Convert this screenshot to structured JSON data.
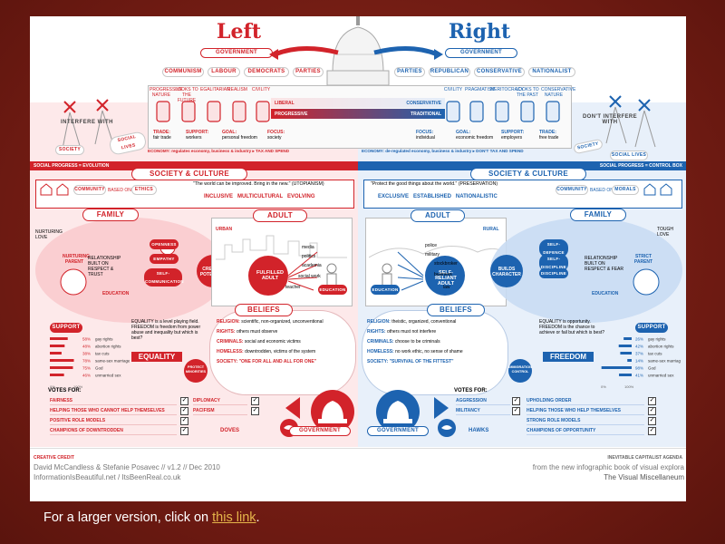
{
  "header": {
    "left_title": "Left",
    "right_title": "Right",
    "government": "GOVERNMENT"
  },
  "left_parties": [
    "COMMUNISM",
    "LABOUR",
    "DEMOCRATS",
    "PARTIES"
  ],
  "right_parties": [
    "PARTIES",
    "REPUBLICAN",
    "CONSERVATIVE",
    "NATIONALIST"
  ],
  "pillars_left": [
    "PROGRESSIVE NATURE",
    "LOOKS TO THE FUTURE",
    "EGALITARIAN",
    "REALISM",
    "CIVILITY"
  ],
  "pillars_right": [
    "CIVILITY",
    "PRAGMATISM",
    "MERITOCRACY",
    "LOOKS TO THE PAST",
    "CONSERVATIVE NATURE"
  ],
  "spectrum": {
    "liberal": "LIBERAL",
    "conservative": "CONSERVATIVE",
    "progressive": "PROGRESSIVE",
    "traditional": "TRADITIONAL"
  },
  "left_goals": [
    {
      "k": "TRADE:",
      "v": "fair trade"
    },
    {
      "k": "SUPPORT:",
      "v": "workers"
    },
    {
      "k": "GOAL:",
      "v": "personal freedom"
    },
    {
      "k": "FOCUS:",
      "v": "society"
    }
  ],
  "right_goals": [
    {
      "k": "FOCUS:",
      "v": "individual"
    },
    {
      "k": "GOAL:",
      "v": "economic freedom"
    },
    {
      "k": "SUPPORT:",
      "v": "employers"
    },
    {
      "k": "TRADE:",
      "v": "free trade"
    }
  ],
  "economy_left": "ECONOMY: regulates economy, business & industry ▸ TAX AND SPEND",
  "economy_right": "ECONOMY: de-regulated economy, business & industry ▸ DON'T TAX AND SPEND",
  "interfere_left": "INTERFERE WITH",
  "interfere_right": "DON'T INTERFERE WITH",
  "society_tag": "SOCIETY",
  "social_lives": "SOCIAL LIVES",
  "social_progress_left": "SOCIAL PROGRESS = EVOLUTION",
  "social_progress_right": "SOCIAL PROGRESS = CONTROL BOX",
  "society_culture": "SOCIETY & CULTURE",
  "community_left": "COMMUNITY",
  "based_on": "BASED ON",
  "ethics": "ETHICS",
  "morals": "MORALS",
  "quote_left": "\"The world can be improved. Bring in the new.\" (UTOPIANISM)",
  "quote_right": "\"Protect the good things about the world.\" (PRESERVATION)",
  "values_left": "INCLUSIVE   MULTICULTURAL   EVOLVING",
  "values_right": "EXCLUSIVE   ESTABLISHED   NATIONALISTIC",
  "family": "FAMILY",
  "adult": "ADULT",
  "urban": "URBAN",
  "rural": "RURAL",
  "fulfilled_adult": "FULFILLED ADULT",
  "self_reliant_adult": "SELF-RELIANT ADULT",
  "creates_potential": "CREATES POTENTIAL",
  "builds_character": "BUILDS CHARACTER",
  "education": "EDUCATION",
  "left_family_items": [
    "NURTURING LOVE",
    "NURTURING PARENT",
    "RELATIONSHIP BUILT ON RESPECT & TRUST",
    "OPENNESS",
    "EMPATHY",
    "SELF-COMMUNICATION"
  ],
  "right_family_items": [
    "TOUGH LOVE",
    "STRICT PARENT",
    "RELATIONSHIP BUILT ON RESPECT & FEAR",
    "SELF-DEFENCE",
    "SELF-DISCIPLINE",
    "DISCIPLINE"
  ],
  "left_adult_words": [
    "media",
    "politics",
    "academia",
    "social work",
    "teacher",
    "EDUCATION"
  ],
  "right_adult_words": [
    "police",
    "military",
    "stockbroker",
    "business",
    "law",
    "EDUCATION"
  ],
  "beliefs": "BELIEFS",
  "beliefs_left": [
    {
      "k": "RELIGION:",
      "v": "scientific, non-organized, unconventional"
    },
    {
      "k": "RIGHTS:",
      "v": "others must observe"
    },
    {
      "k": "CRIMINALS:",
      "v": "social and economic victims"
    },
    {
      "k": "HOMELESS:",
      "v": "downtrodden, victims of the system"
    },
    {
      "k": "SOCIETY:",
      "v": "\"ONE FOR ALL AND ALL FOR ONE\""
    }
  ],
  "beliefs_right": [
    {
      "k": "RELIGION:",
      "v": "theistic, organized, conventional"
    },
    {
      "k": "RIGHTS:",
      "v": "others must not interfere"
    },
    {
      "k": "CRIMINALS:",
      "v": "choose to be criminals"
    },
    {
      "k": "HOMELESS:",
      "v": "no work ethic, no sense of shame"
    },
    {
      "k": "SOCIETY:",
      "v": "\"SURVIVAL OF THE FITTEST\""
    }
  ],
  "equality_text": "EQUALITY is a level playing field. FREEDOM is freedom from power abuse and inequality but which is best?",
  "equality_word": "EQUALITY",
  "freedom_text": "EQUALITY is opportunity. FREEDOM is the chance to achieve or fail but which is best?",
  "freedom_word": "FREEDOM",
  "protect_minorities": "PROTECT MINORITIES",
  "immigration_control": "IMMIGRATION CONTROL",
  "support": "SUPPORT",
  "support_left": [
    "gay rights",
    "abortion rights",
    "tax cuts",
    "same-sex marriage",
    "God",
    "unmarried sex"
  ],
  "support_left_pct": [
    "58%",
    "48%",
    "38%",
    "78%",
    "75%",
    "46%"
  ],
  "support_right": [
    "gay rights",
    "abortion rights",
    "tax cuts",
    "same-sex marriage",
    "God",
    "unmarried sex"
  ],
  "support_right_pct": [
    "26%",
    "42%",
    "37%",
    "14%",
    "98%",
    "41%"
  ],
  "axis_0": "0%",
  "axis_100": "100%",
  "votes_for": "VOTES FOR:",
  "votes_left": [
    "FAIRNESS",
    "HELPING THOSE WHO CANNOT HELP THEMSELVES",
    "POSITIVE ROLE MODELS",
    "CHAMPIONS OF DOWNTRODDEN"
  ],
  "votes_left2": [
    "DIPLOMACY",
    "PACIFISM"
  ],
  "votes_right": [
    "AGGRESSION",
    "MILITANCY"
  ],
  "votes_right2": [
    "UPHOLDING ORDER",
    "HELPING THOSE WHO HELP THEMSELVES",
    "STRONG ROLE MODELS",
    "CHAMPIONS OF OPPORTUNITY"
  ],
  "doves": "DOVES",
  "hawks": "HAWKS",
  "credit_label": "CREATIVE CREDIT",
  "credit_authors": "David McCandless & Stefanie Posavec // v1.2 // Dec 2010",
  "credit_sites": "InformationIsBeautiful.net / ItsBeenReal.co.uk",
  "book_label": "INEVITABLE CAPITALIST AGENDA",
  "book_text": "from the new infographic book of visual explora",
  "book_title": "The Visual Miscellaneum",
  "caption_prefix": "For a larger version, click on ",
  "caption_link": "this link",
  "caption_suffix": ".",
  "colors": {
    "red": "#d2232a",
    "blue": "#1d63b0",
    "slide_bg": "#7a1f16",
    "link": "#e5b54a"
  }
}
